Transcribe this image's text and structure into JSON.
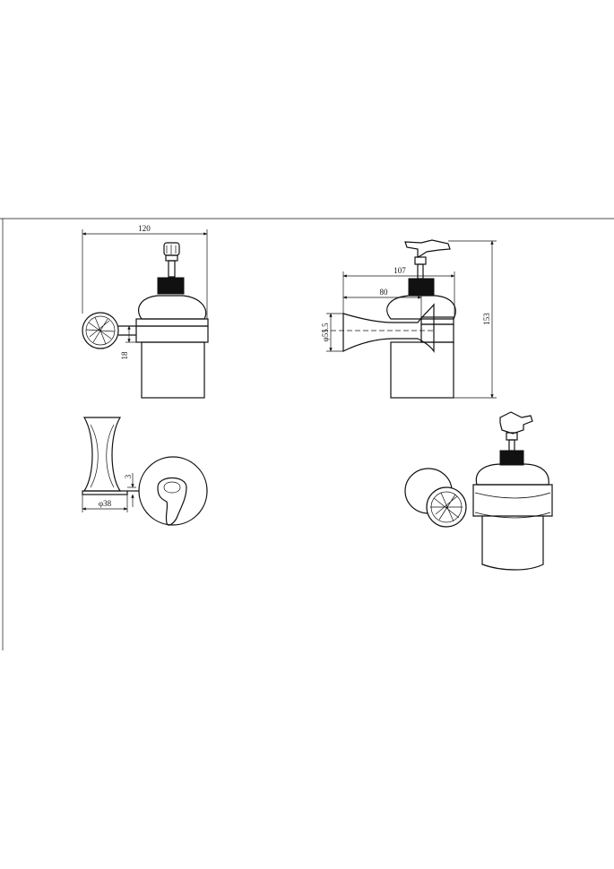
{
  "drawing": {
    "front_view": {
      "width_label": "120",
      "height_label": "18"
    },
    "side_view": {
      "dim_107": "107",
      "dim_80": "80",
      "height_label": "153",
      "diameter_label": "φ55.5"
    },
    "plan_view": {
      "diameter_label": "φ38",
      "thickness_label": "3"
    }
  }
}
